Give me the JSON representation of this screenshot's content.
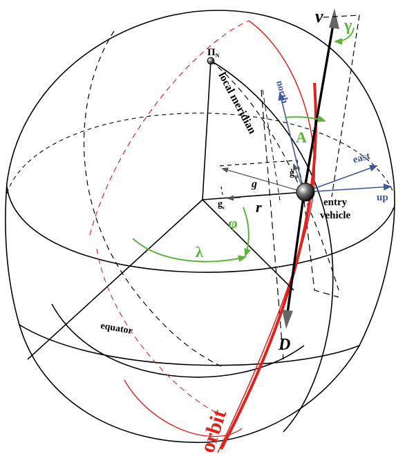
{
  "labels": {
    "velocity": "v",
    "gamma": "γ",
    "north_pole_main": "Π",
    "north_pole_sub": "N",
    "local_meridian": "local meridian",
    "north": "north",
    "azimuth": "A",
    "east": "east",
    "up": "up",
    "g_phi_main": "g",
    "g_phi_sub": "φ",
    "g": "g",
    "g_c_main": "g",
    "g_c_sub": "c",
    "r": "r",
    "entry": "entry",
    "vehicle": "vehicle",
    "phi": "φ",
    "lambda": "λ",
    "equator": "equator",
    "drag": "D",
    "orbit": "orbit"
  },
  "colors": {
    "line": "#000000",
    "orbit": "#e0201b",
    "angle": "#5bb33a",
    "vector": "#3f56a3",
    "vehicle": "#333333"
  }
}
